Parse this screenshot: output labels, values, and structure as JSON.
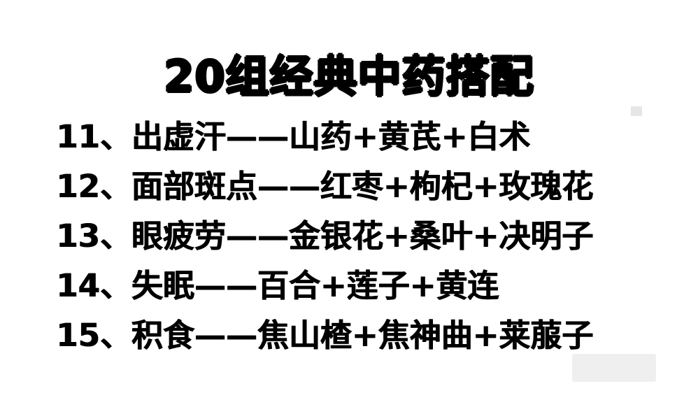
{
  "title": "20组经典中药搭配",
  "items": [
    {
      "text": "11、出虚汗——山药+黄芪+白术"
    },
    {
      "text": "12、面部斑点——红枣+枸杞+玫瑰花"
    },
    {
      "text": "13、眼疲劳——金银花+桑叶+决明子"
    },
    {
      "text": "14、失眠——百合+莲子+黄连"
    },
    {
      "text": "15、积食——焦山楂+焦神曲+莱菔子"
    }
  ]
}
